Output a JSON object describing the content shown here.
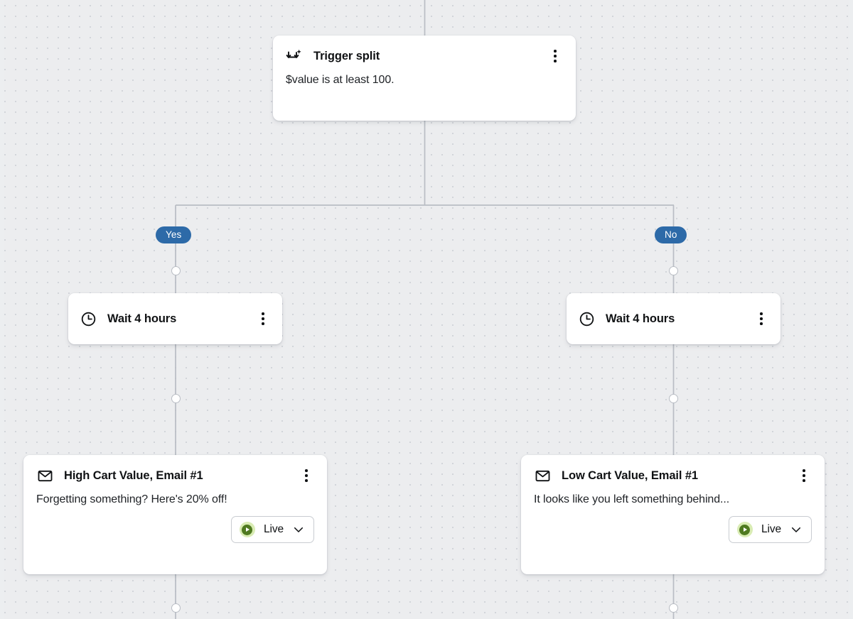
{
  "canvas": {
    "background_color": "#ecedef",
    "dot_color": "#d2d5da",
    "connector_color": "#b9bdc4"
  },
  "branches": [
    {
      "id": "yes",
      "label": "Yes",
      "color": "#2d6aa8"
    },
    {
      "id": "no",
      "label": "No",
      "color": "#2d6aa8"
    }
  ],
  "nodes": [
    {
      "id": "trigger-split",
      "type": "trigger-split",
      "icon": "split-arrows-icon",
      "title": "Trigger split",
      "description": "$value is at least 100.",
      "menu_icon": "kebab-menu-icon"
    },
    {
      "id": "wait-yes",
      "type": "wait",
      "icon": "clock-icon",
      "title": "Wait 4 hours",
      "menu_icon": "kebab-menu-icon"
    },
    {
      "id": "wait-no",
      "type": "wait",
      "icon": "clock-icon",
      "title": "Wait 4 hours",
      "menu_icon": "kebab-menu-icon"
    },
    {
      "id": "email-yes",
      "type": "email",
      "icon": "mail-icon",
      "title": "High Cart Value, Email #1",
      "description": "Forgetting something? Here's 20% off!",
      "menu_icon": "kebab-menu-icon",
      "status": {
        "label": "Live",
        "icon": "play-circle-icon",
        "color": "#4f7a20",
        "halo_color": "#d9ecb4",
        "chevron_icon": "chevron-down-icon"
      }
    },
    {
      "id": "email-no",
      "type": "email",
      "icon": "mail-icon",
      "title": "Low Cart Value, Email #1",
      "description": "It looks like you left something behind...",
      "menu_icon": "kebab-menu-icon",
      "status": {
        "label": "Live",
        "icon": "play-circle-icon",
        "color": "#4f7a20",
        "halo_color": "#d9ecb4",
        "chevron_icon": "chevron-down-icon"
      }
    }
  ]
}
